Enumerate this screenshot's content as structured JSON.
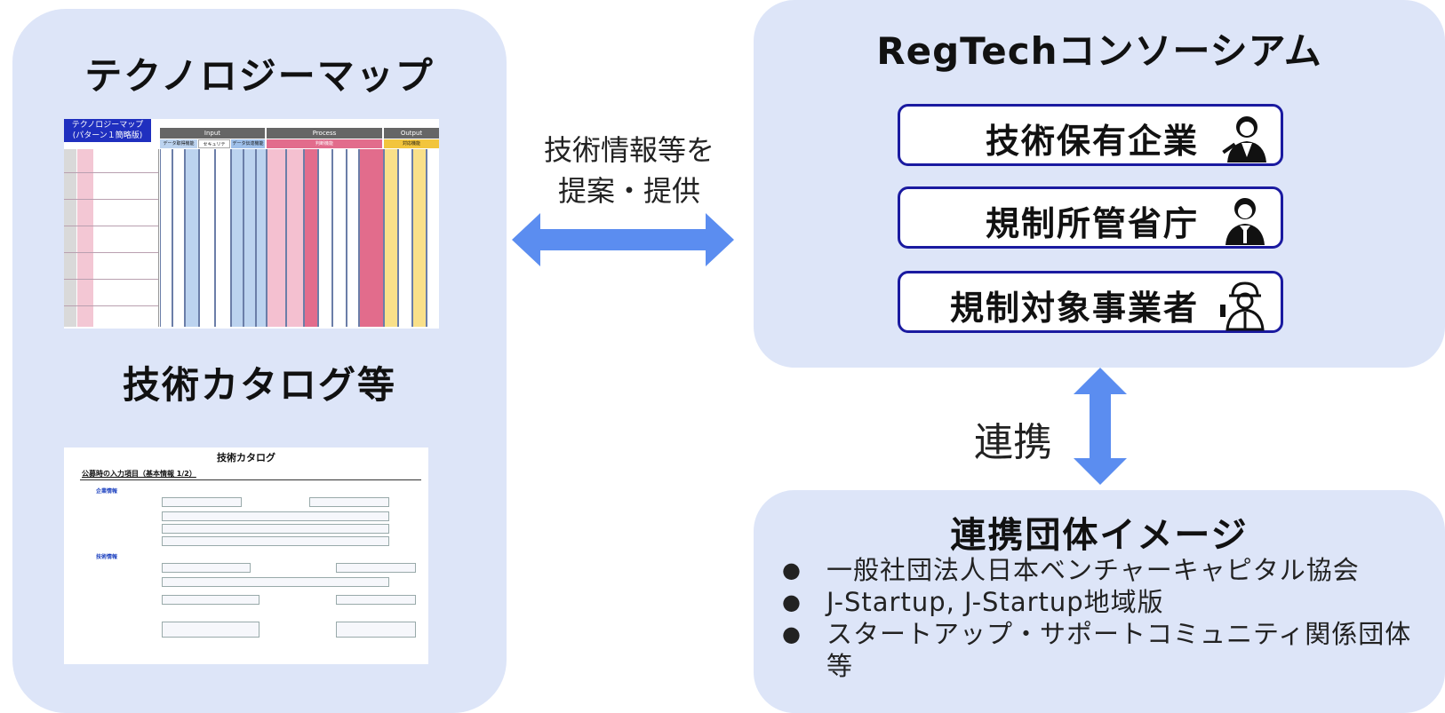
{
  "left": {
    "title": "テクノロジーマップ",
    "catalog_heading": "技術カタログ等",
    "techmap_thumb": {
      "title": "テクノロジーマップ\n(パターン１簡略版)",
      "input": "Input",
      "process": "Process",
      "output": "Output",
      "sub_data": "データ取得機能",
      "sub_security": "セキュリティ・トラスト機能",
      "sub_comm": "データ伝達機能",
      "sub_judge": "判断機能",
      "sub_output": "対応機能"
    },
    "catalog_thumb": {
      "title": "技術カタログ",
      "subtitle": "公募時の入力項目（基本情報 1/2）",
      "section_company": "企業情報",
      "section_tech": "技術情報"
    }
  },
  "middle": {
    "proposal_line1": "技術情報等を",
    "proposal_line2": "提案・提供",
    "cooperation": "連携"
  },
  "consortium": {
    "title": "RegTechコンソーシアム",
    "members": [
      {
        "label": "技術保有企業",
        "icon": "engineer-icon"
      },
      {
        "label": "規制所管省庁",
        "icon": "official-icon"
      },
      {
        "label": "規制対象事業者",
        "icon": "worker-icon"
      }
    ]
  },
  "partners": {
    "title": "連携団体イメージ",
    "items": [
      "一般社団法人日本ベンチャーキャピタル協会",
      "J-Startup, J-Startup地域版",
      "スタートアップ・サポートコミュニティ関係団体等"
    ]
  },
  "colors": {
    "panel": "#dde5f8",
    "arrow": "#5b8df0",
    "box_border": "#1a1aa0"
  }
}
